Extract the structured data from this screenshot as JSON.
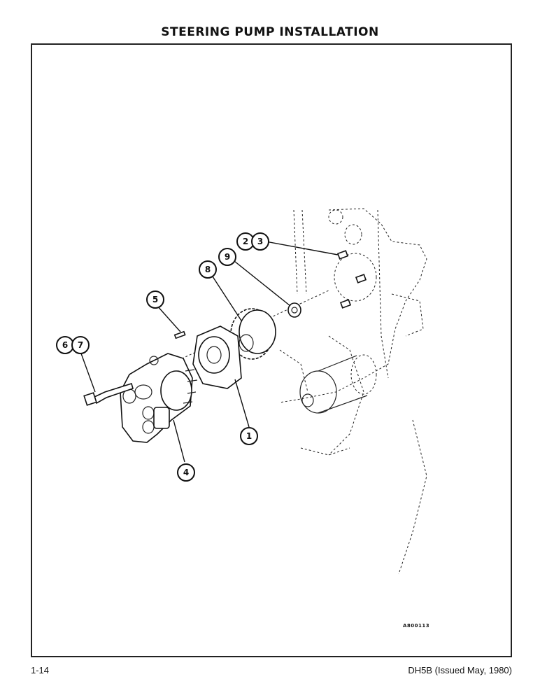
{
  "page": {
    "title": "STEERING PUMP INSTALLATION",
    "figure_ref": "A800113",
    "page_number": "1-14",
    "doc_id": "DH5B (Issued May, 1980)"
  },
  "callouts": [
    "1",
    "2",
    "3",
    "4",
    "5",
    "6",
    "7",
    "8",
    "9"
  ]
}
